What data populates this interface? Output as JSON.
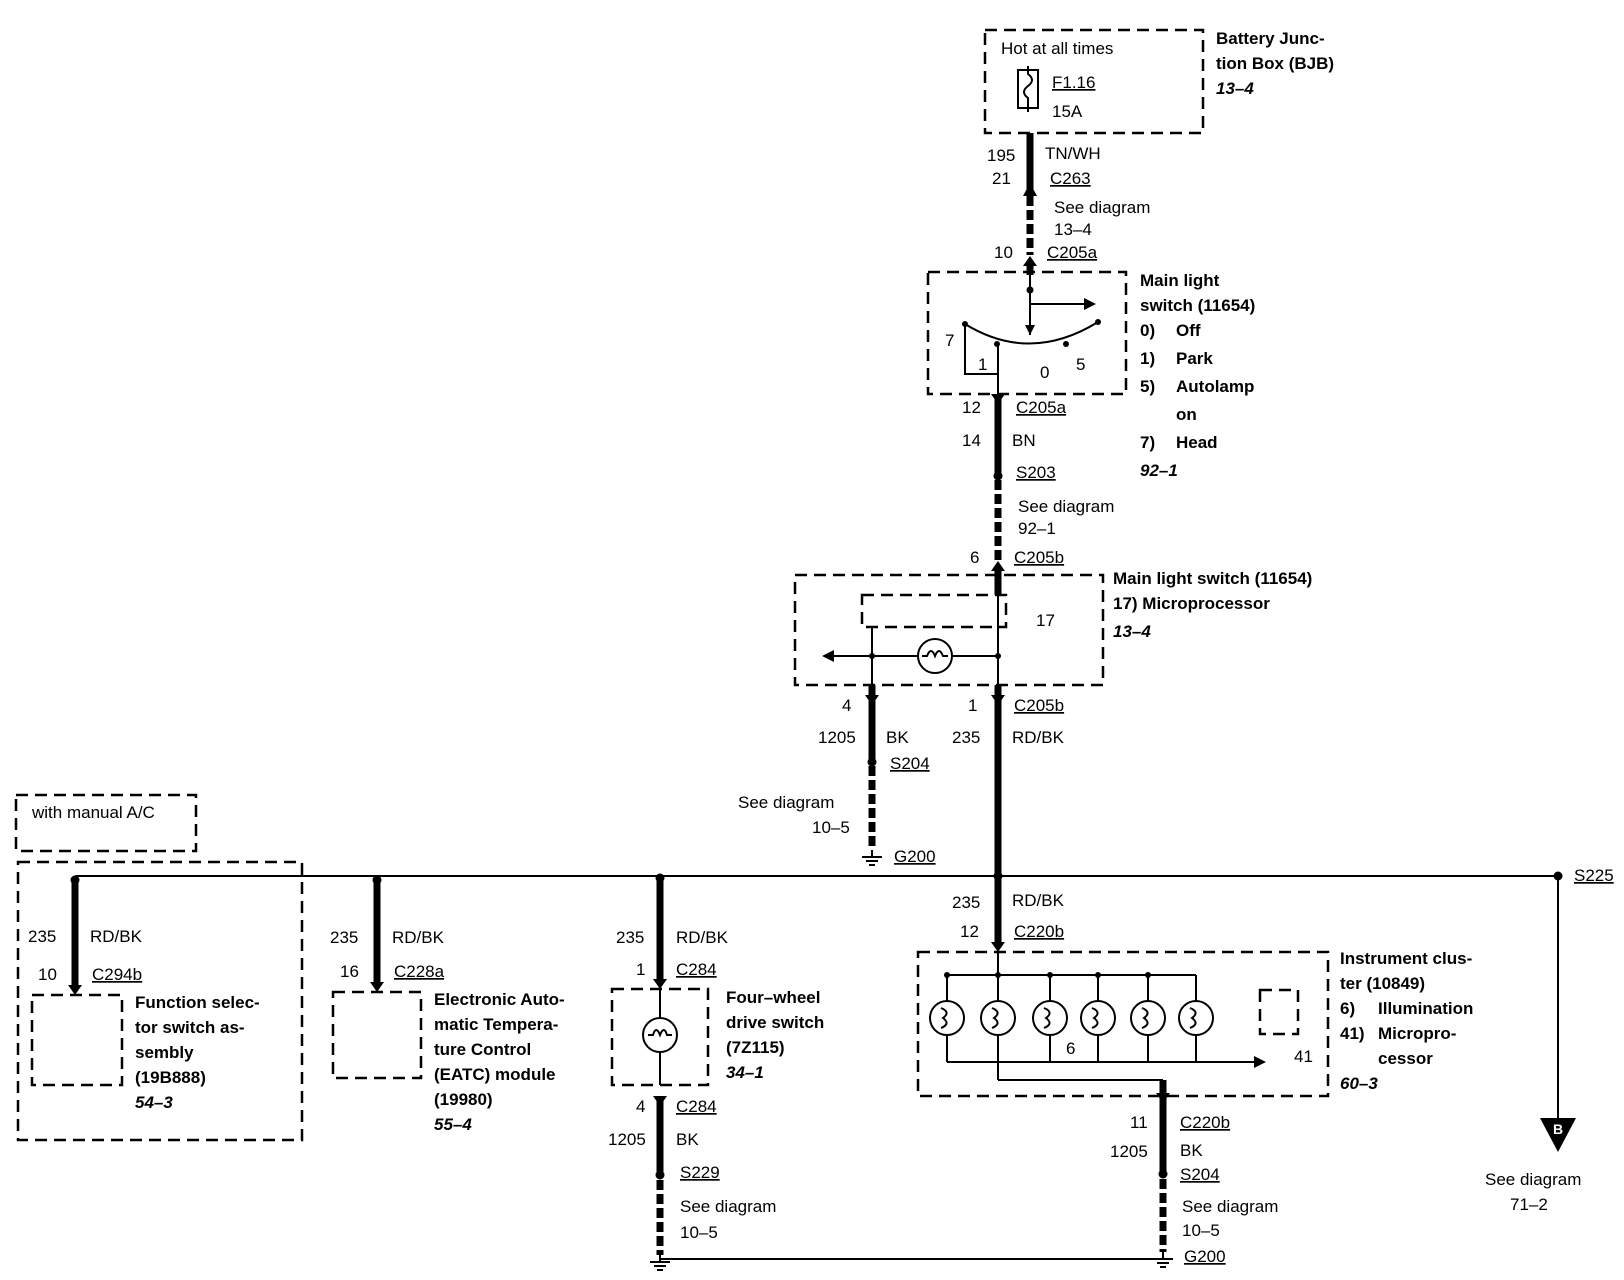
{
  "bjb": {
    "hot": "Hot at all times",
    "fuse_id": "F1.16",
    "fuse_amp": "15A",
    "title1": "Battery Junc-",
    "title2": "tion Box (BJB)",
    "ref": "13–4"
  },
  "w1": {
    "circuit": "195",
    "pin": "21",
    "color": "TN/WH",
    "conn": "C263"
  },
  "see1": {
    "line1": "See diagram",
    "line2": "13–4"
  },
  "c205a_top": {
    "pin": "10",
    "conn": "C205a"
  },
  "mls": {
    "title1": "Main light",
    "title2": "switch (11654)",
    "pos0_n": "0)",
    "pos0": "Off",
    "pos1_n": "1)",
    "pos1": "Park",
    "pos5_n": "5)",
    "pos5": "Autolamp",
    "pos5b": "on",
    "pos7_n": "7)",
    "pos7": "Head",
    "ref": "92–1",
    "n7": "7",
    "n1": "1",
    "n0": "0",
    "n5": "5"
  },
  "w2": {
    "pin": "12",
    "conn": "C205a",
    "circuit": "14",
    "color": "BN",
    "splice": "S203"
  },
  "see2": {
    "line1": "See diagram",
    "line2": "92–1"
  },
  "c205b_top": {
    "pin": "6",
    "conn": "C205b"
  },
  "micro": {
    "title": "Main light switch (11654)",
    "item": "17) Microprocessor",
    "ref": "13–4",
    "n17": "17"
  },
  "w3": {
    "pin_l": "4",
    "pin_r": "1",
    "conn": "C205b",
    "circ_l": "1205",
    "color_l": "BK",
    "circ_r": "235",
    "color_r": "RD/BK",
    "splice": "S204"
  },
  "see3": {
    "line1": "See diagram",
    "line2": "10–5",
    "ground": "G200"
  },
  "manual_ac": "with manual A/C",
  "fss": {
    "circuit": "235",
    "color": "RD/BK",
    "pin": "10",
    "conn": "C294b",
    "t1": "Function selec-",
    "t2": "tor switch as-",
    "t3": "sembly",
    "t4": "(19B888)",
    "ref": "54–3"
  },
  "eatc": {
    "circuit": "235",
    "color": "RD/BK",
    "pin": "16",
    "conn": "C228a",
    "t1": "Electronic Auto-",
    "t2": "matic Tempera-",
    "t3": "ture Control",
    "t4": "(EATC) module",
    "t5": "(19980)",
    "ref": "55–4"
  },
  "fwd": {
    "circuit": "235",
    "color": "RD/BK",
    "pin": "1",
    "conn": "C284",
    "t1": "Four–wheel",
    "t2": "drive switch",
    "t3": "(7Z115)",
    "ref": "34–1",
    "pin2": "4",
    "conn2": "C284",
    "circ2": "1205",
    "color2": "BK",
    "splice": "S229",
    "see1": "See diagram",
    "see2": "10–5"
  },
  "ic": {
    "circuit": "235",
    "color": "RD/BK",
    "pin": "12",
    "conn": "C220b",
    "t1": "Instrument clus-",
    "t2": "ter (10849)",
    "i6_n": "6)",
    "i6": "Illumination",
    "i41_n": "41)",
    "i41": "Micropro-",
    "i41b": "cessor",
    "ref": "60–3",
    "n6": "6",
    "n41": "41",
    "pin2": "11",
    "conn2": "C220b",
    "circ2": "1205",
    "color2": "BK",
    "splice": "S204",
    "see1": "See diagram",
    "see2": "10–5",
    "ground": "G200"
  },
  "s225": {
    "splice": "S225",
    "letter": "B",
    "see1": "See diagram",
    "see2": "71–2"
  }
}
